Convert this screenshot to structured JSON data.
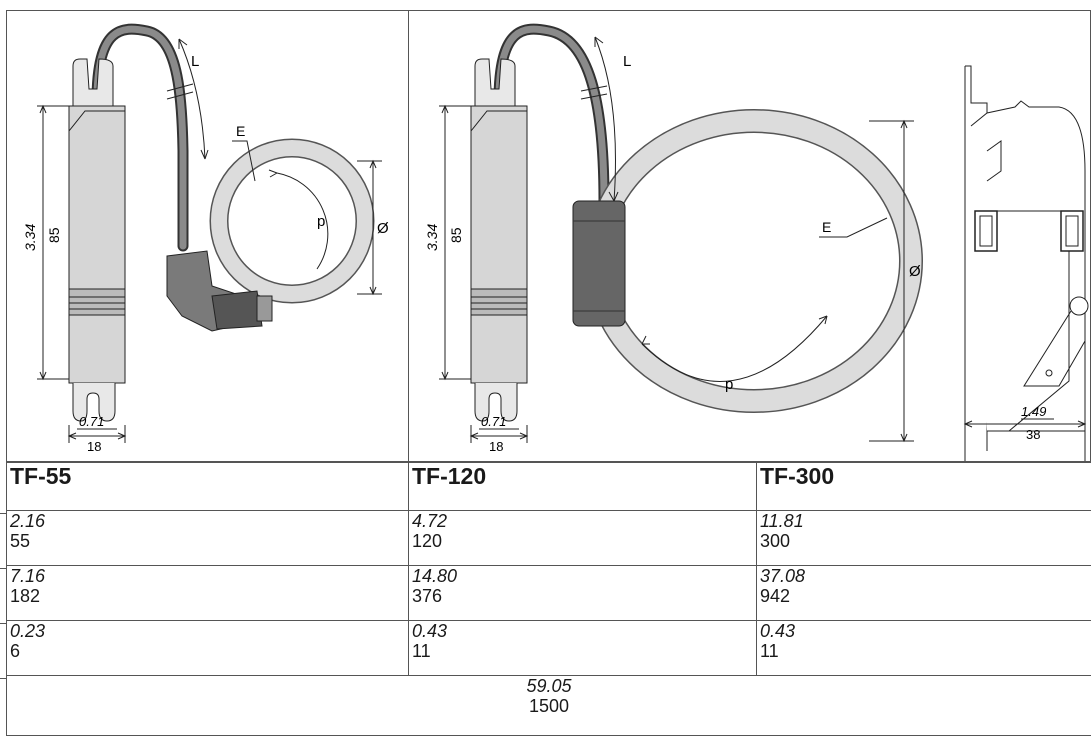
{
  "figure_left": {
    "cable_label": "L",
    "wall_label": "E",
    "perimeter_label": "p",
    "diameter_label": "Ø",
    "height_in": "3.34",
    "height_mm": "85",
    "width_in": "0.71",
    "width_mm": "18"
  },
  "figure_right": {
    "cable_label": "L",
    "wall_label": "E",
    "perimeter_label": "p",
    "diameter_label": "Ø",
    "height_in": "3.34",
    "height_mm": "85",
    "width_in": "0.71",
    "width_mm": "18",
    "side_width_in": "1.49",
    "side_width_mm": "38"
  },
  "table": {
    "headers": [
      "TF-55",
      "TF-120",
      "TF-300"
    ],
    "rows": [
      {
        "cells": [
          {
            "in": "2.16",
            "mm": "55"
          },
          {
            "in": "4.72",
            "mm": "120"
          },
          {
            "in": "11.81",
            "mm": "300"
          }
        ]
      },
      {
        "cells": [
          {
            "in": "7.16",
            "mm": "182"
          },
          {
            "in": "14.80",
            "mm": "376"
          },
          {
            "in": "37.08",
            "mm": "942"
          }
        ]
      },
      {
        "cells": [
          {
            "in": "0.23",
            "mm": "6"
          },
          {
            "in": "0.43",
            "mm": "11"
          },
          {
            "in": "0.43",
            "mm": "11"
          }
        ]
      }
    ],
    "cable_length": {
      "in": "59.05",
      "mm": "1500"
    }
  }
}
